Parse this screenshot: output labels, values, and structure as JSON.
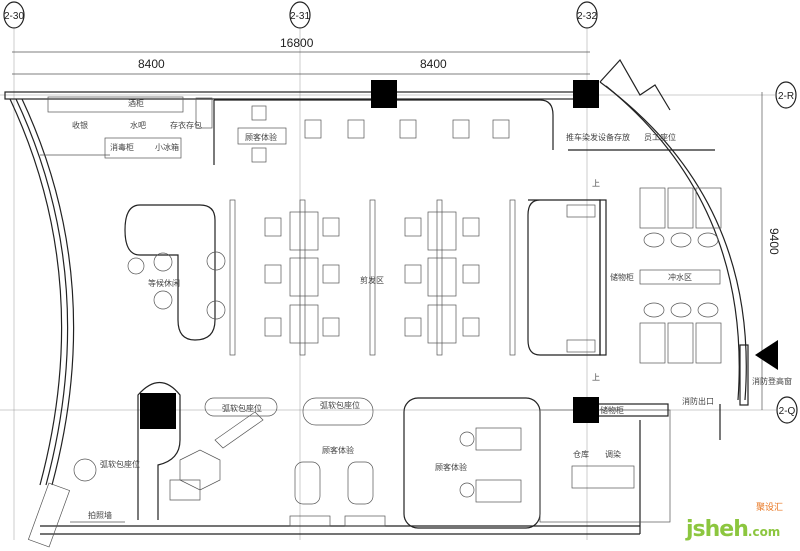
{
  "axes": {
    "a1": "2-30",
    "a2": "2-31",
    "a3": "2-32",
    "r": "2-R",
    "q": "2-Q"
  },
  "dimensions": {
    "total": "16800",
    "left": "8400",
    "right": "8400",
    "vertical": "9400"
  },
  "labels": [
    {
      "text": "酒柜"
    },
    {
      "text": "收银"
    },
    {
      "text": "水吧"
    },
    {
      "text": "存衣存包"
    },
    {
      "text": "消毒柜"
    },
    {
      "text": "小冰箱"
    },
    {
      "text": "顾客体验"
    },
    {
      "text": "推车染发设备存放"
    },
    {
      "text": "员工座位"
    },
    {
      "text": "等候休闲"
    },
    {
      "text": "剪发区"
    },
    {
      "text": "储物柜"
    },
    {
      "text": "冲水区"
    },
    {
      "text": "消防登高窗"
    },
    {
      "text": "消防出口"
    },
    {
      "text": "储物柜"
    },
    {
      "text": "仓库"
    },
    {
      "text": "调染"
    },
    {
      "text": "顾客体验"
    },
    {
      "text": "顾客体验"
    },
    {
      "text": "弧软包座位"
    },
    {
      "text": "弧软包座位"
    },
    {
      "text": "弧软包座位"
    },
    {
      "text": "拍照墙"
    },
    {
      "text": "上"
    },
    {
      "text": "上"
    }
  ],
  "logo": {
    "main": "jsheh",
    "suffix": ".com",
    "cn": "聚设汇"
  },
  "colors": {
    "wall": "#222222",
    "column": "#000000",
    "logo": "#8cc63f"
  }
}
